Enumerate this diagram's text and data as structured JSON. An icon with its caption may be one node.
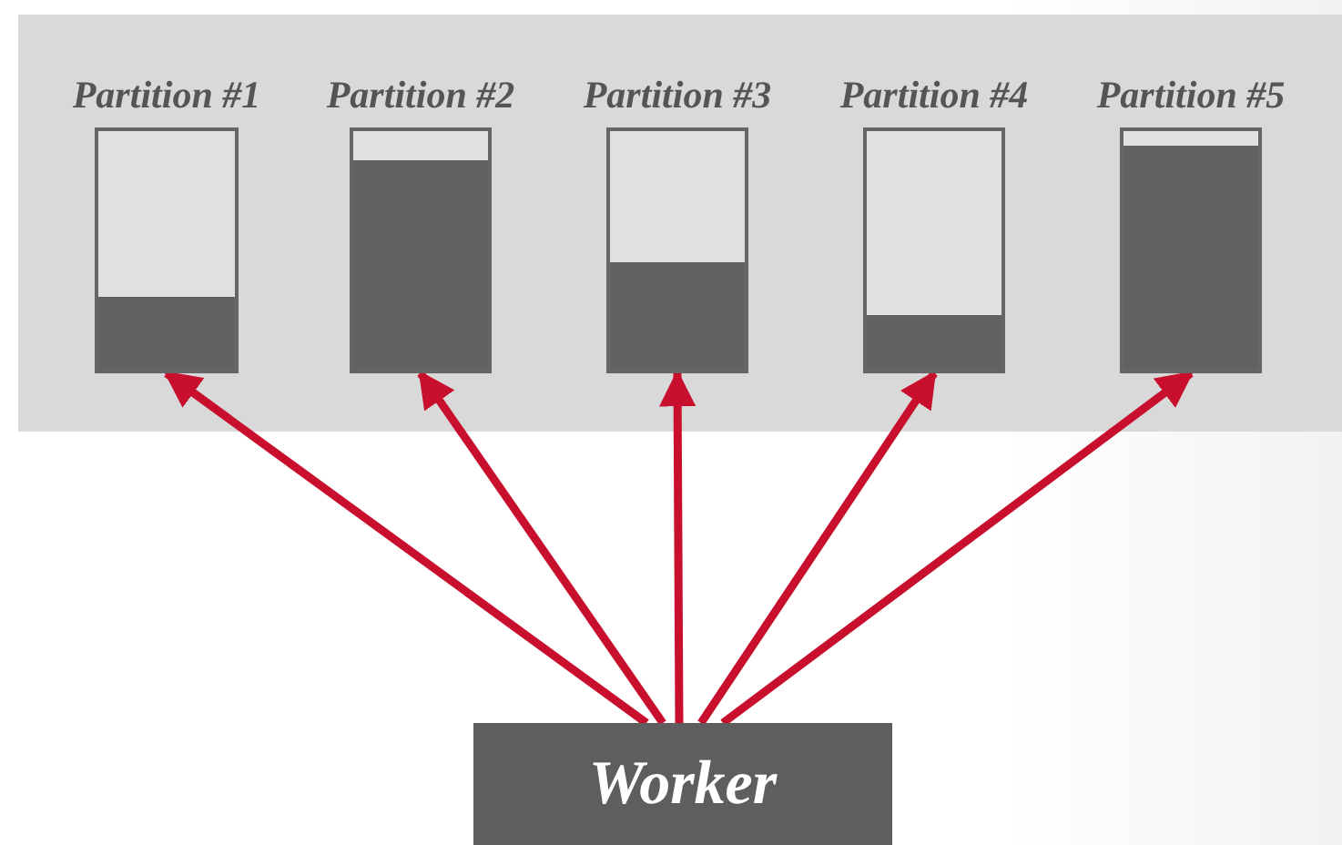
{
  "diagram": {
    "nodes": [
      {
        "text": [
          "Partition #1"
        ]
      },
      {
        "text": [
          "Partition #2"
        ]
      },
      {
        "text": [
          "Partition #3"
        ]
      },
      {
        "text": [
          "Partition #4"
        ]
      },
      {
        "text": [
          "Partition #5"
        ]
      },
      {
        "text": [
          "Worker"
        ]
      }
    ],
    "edges": [
      {
        "from": 5,
        "to": 0,
        "arrow": "to"
      },
      {
        "from": 5,
        "to": 1,
        "arrow": "to"
      },
      {
        "from": 5,
        "to": 2,
        "arrow": "to"
      },
      {
        "from": 5,
        "to": 3,
        "arrow": "to"
      },
      {
        "from": 5,
        "to": 4,
        "arrow": "to"
      }
    ]
  }
}
